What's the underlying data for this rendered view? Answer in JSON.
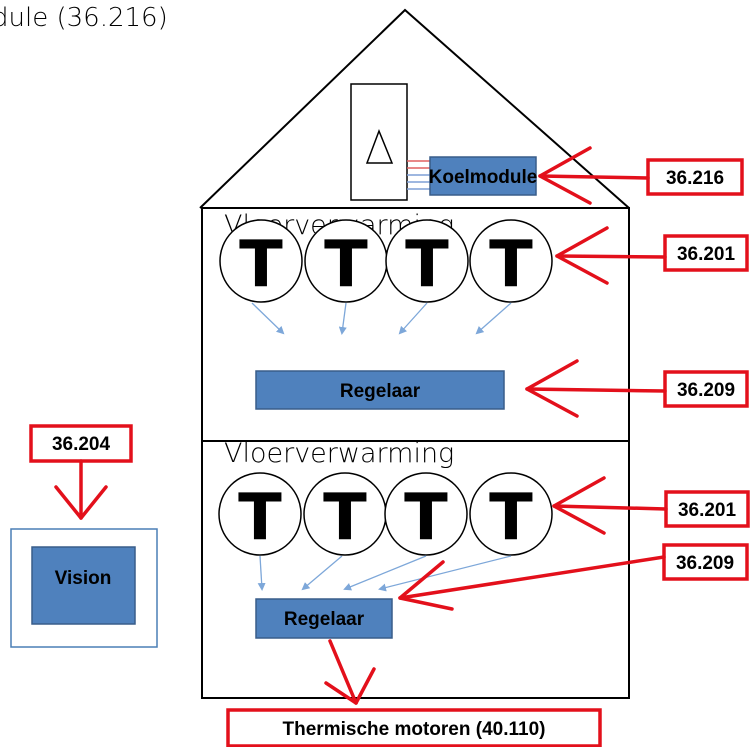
{
  "top_partial_label": "dule (36.216)",
  "cooling": {
    "unit_symbol": "Δ",
    "module_label": "Koelmodule",
    "ref": "36.216"
  },
  "floor_upper": {
    "title": "Vloerverwarming",
    "thermostats": [
      "T",
      "T",
      "T",
      "T"
    ],
    "thermostat_ref": "36.201",
    "controller_label": "Regelaar",
    "controller_ref": "36.209"
  },
  "floor_lower": {
    "title": "Vloerverwarming",
    "thermostats": [
      "T",
      "T",
      "T",
      "T"
    ],
    "thermostat_ref": "36.201",
    "controller_label": "Regelaar",
    "controller_ref": "36.209"
  },
  "vision": {
    "label": "Vision",
    "ref": "36.204"
  },
  "actuators_label": "Thermische motoren (40.110)",
  "colors": {
    "box_fill": "#4f81bd",
    "box_stroke": "#385d8a",
    "arrow_red": "#e3101b",
    "connector_blue": "#7da7d9",
    "line": "#000000"
  }
}
